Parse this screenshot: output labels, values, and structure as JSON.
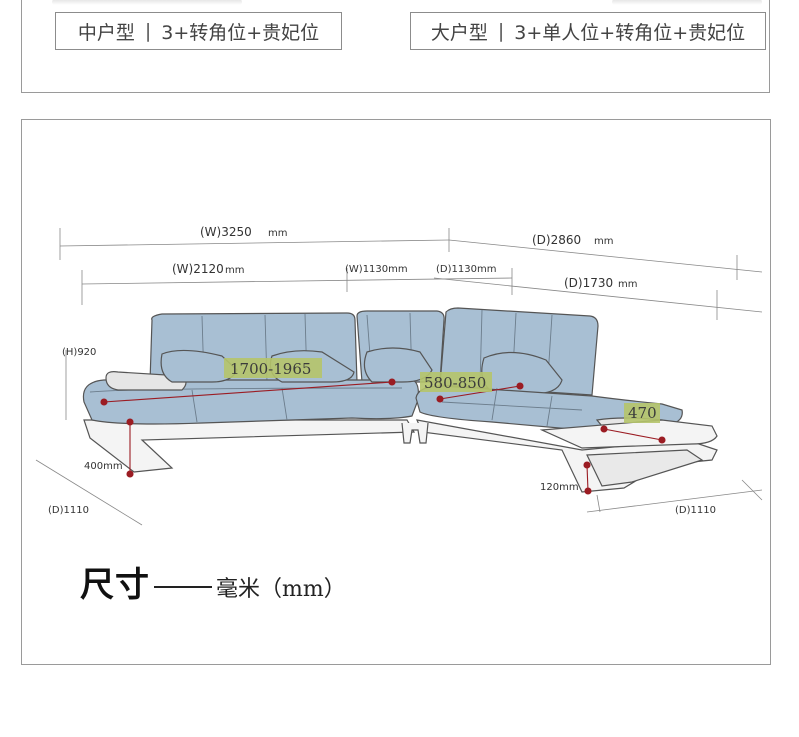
{
  "variants": {
    "medium": {
      "name": "中户型",
      "sep": "|",
      "config": "3+转角位+贵妃位"
    },
    "large": {
      "name": "大户型",
      "sep": "|",
      "config": "3+单人位+转角位+贵妃位"
    }
  },
  "dimensions": {
    "total_width": "(W)3250",
    "total_width_unit": "mm",
    "total_depth": "(D)2860",
    "total_depth_unit": "mm",
    "three_seat_width": "(W)2120",
    "three_seat_unit": "mm",
    "single_width": "(W)1130mm",
    "corner_depth": "(D)1130mm",
    "chaise_depth": "(D)1730",
    "chaise_depth_unit": "mm",
    "height": "(H)920",
    "leg_height": "400mm",
    "leg_height_chaise": "120mm",
    "depth_left": "(D)1110",
    "depth_right": "(D)1110"
  },
  "highlights": {
    "stretch": "1700-1965",
    "corner_stretch": "580-850",
    "chaise": "470"
  },
  "caption": {
    "title": "尺寸",
    "unit": "毫米（mm）"
  },
  "colors": {
    "sofa_fill": "#a8bfd3",
    "sofa_stroke": "#555555",
    "base_fill": "#f4f4f4",
    "marker": "#9b1c23",
    "highlight_bg": "#b5c46a"
  }
}
